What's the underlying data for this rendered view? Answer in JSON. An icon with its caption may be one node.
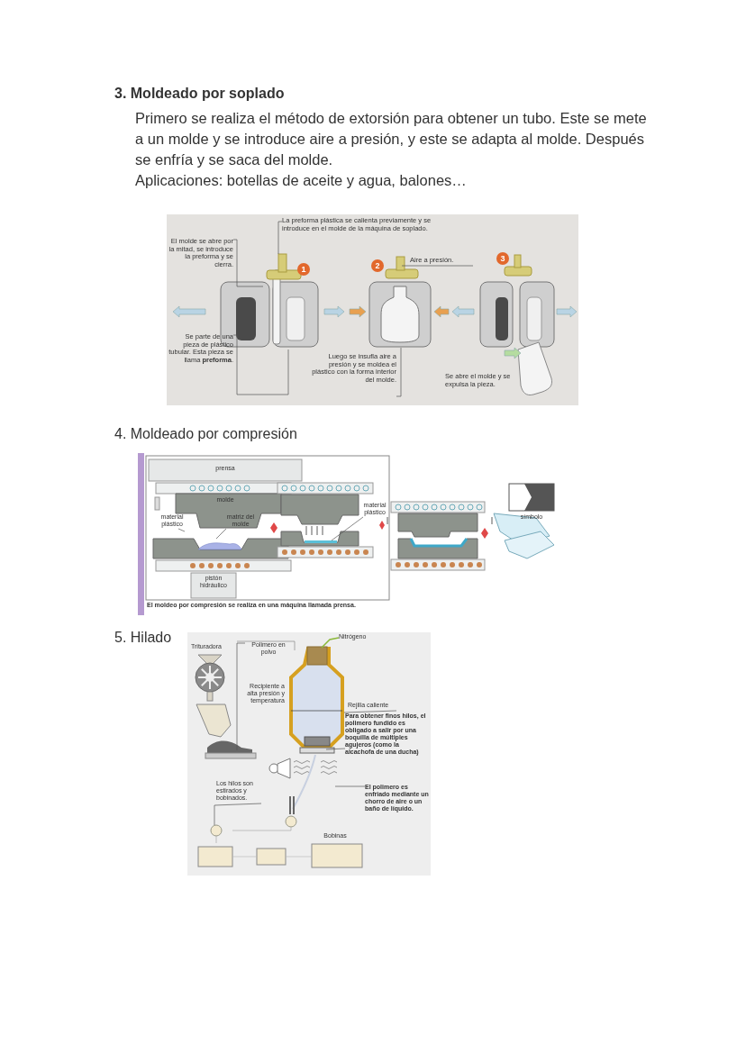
{
  "diagram": {
    "nodes": [
      {
        "text": [
          "La preforma plástica se calienta previamente y se introduce en el molde de la máquina de soplado."
        ]
      },
      {
        "text": [
          "El molde se abre por la mitad, se introduce la preforma y se cierra."
        ]
      },
      {
        "text": [
          "Se parte de una pieza de plástico tubular. Esta pieza se llama **preforma**."
        ]
      },
      {
        "text": [
          "Aire a presión."
        ]
      },
      {
        "text": [
          "Luego se insufla aire a presión y se moldea el plástico con la forma interior del molde."
        ]
      },
      {
        "text": [
          "material plástico"
        ]
      },
      {
        "text": [
          "matriz del molde"
        ]
      },
      {
        "text": [
          "material plástico"
        ]
      },
      {
        "text": [
          "Polimero en polvo"
        ]
      },
      {
        "text": [
          "Nitrógeno"
        ]
      },
      {
        "text": [
          "Rejilla caliente"
        ]
      },
      {
        "text": [
          "Para obtener finos hilos, el polimero fundido es obligado a salir por una boquilla de múltiples agujeros (como la alcachofa de una ducha)"
        ]
      },
      {
        "text": [
          "El polimero es enfriado mediante un chorro de aire o un baño de líquido."
        ]
      },
      {
        "text": [
          "Los hilos son estirados y bobinados."
        ]
      }
    ],
    "edges": [
      {
        "from": 0,
        "to": null,
        "arrow": "none"
      },
      {
        "from": 1,
        "to": null,
        "arrow": "none"
      },
      {
        "from": 2,
        "to": null,
        "arrow": "none"
      },
      {
        "from": 3,
        "to": null,
        "arrow": "none"
      },
      {
        "from": 4,
        "to": null,
        "arrow": "none"
      },
      {
        "from": 5,
        "to": null,
        "arrow": "none"
      },
      {
        "from": 6,
        "to": null,
        "arrow": "none"
      },
      {
        "from": 7,
        "to": null,
        "arrow": "none"
      },
      {
        "from": 8,
        "to": null,
        "arrow": "none"
      },
      {
        "from": 9,
        "to": null,
        "arrow": "none",
        "color": "#8bb83a"
      },
      {
        "from": 10,
        "to": null,
        "arrow": "none"
      },
      {
        "from": 11,
        "to": null,
        "arrow": "none"
      },
      {
        "from": 12,
        "to": null,
        "arrow": "none"
      },
      {
        "from": 13,
        "to": null,
        "arrow": "none"
      }
    ],
    "labels": [
      "3. Moldeado por soplado",
      "Primero se realiza el método de extorsión para obtener un tubo. Este se mete a un molde y se introduce aire a presión, y este se adapta al molde. Después se enfría y se saca del molde.",
      "Aplicaciones: botellas de aceite y agua, balones…",
      "1",
      "2",
      "3",
      "Se abre el molde y se expulsa la pieza.",
      "4. Moldeado por compresión",
      "prensa",
      "molde",
      "pistón hidráulico",
      "símbolo",
      "El moldeo por compresión se realiza en una máquina llamada prensa.",
      "5. Hilado",
      "Trituradora",
      "Recipiente a alta presión y temperatura",
      "Bobinas"
    ]
  }
}
